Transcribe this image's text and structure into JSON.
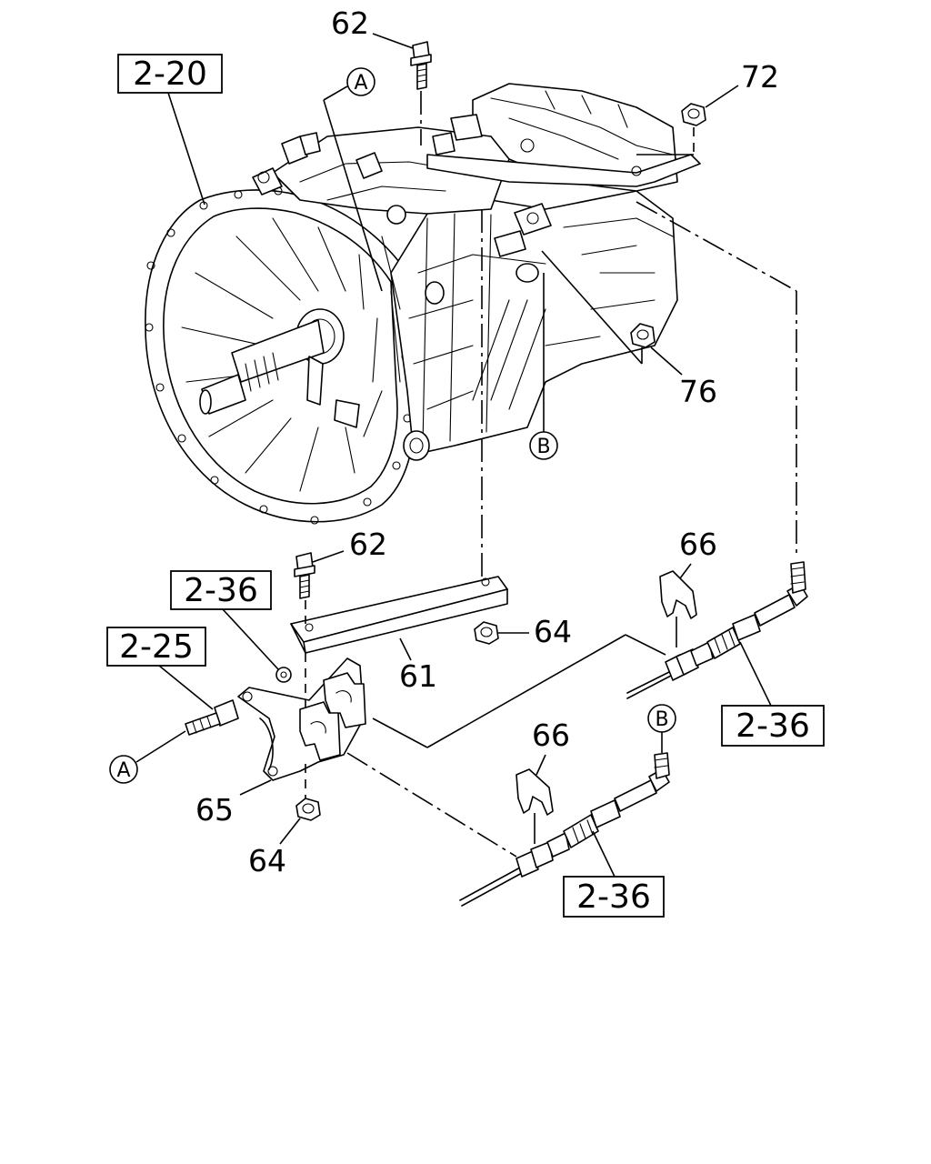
{
  "references": {
    "ref_2_20": "2-20",
    "ref_2_36_left": "2-36",
    "ref_2_25": "2-25",
    "ref_2_36_right": "2-36",
    "ref_2_36_bottom": "2-36"
  },
  "parts": {
    "p62_top": "62",
    "p72": "72",
    "p76": "76",
    "p62_mid": "62",
    "p64_mid": "64",
    "p61": "61",
    "p66_right": "66",
    "p66_bottom": "66",
    "p65": "65",
    "p64_bottom": "64"
  },
  "markers": {
    "a_top": "A",
    "a_left": "A",
    "b_mid": "B",
    "b_right": "B"
  }
}
